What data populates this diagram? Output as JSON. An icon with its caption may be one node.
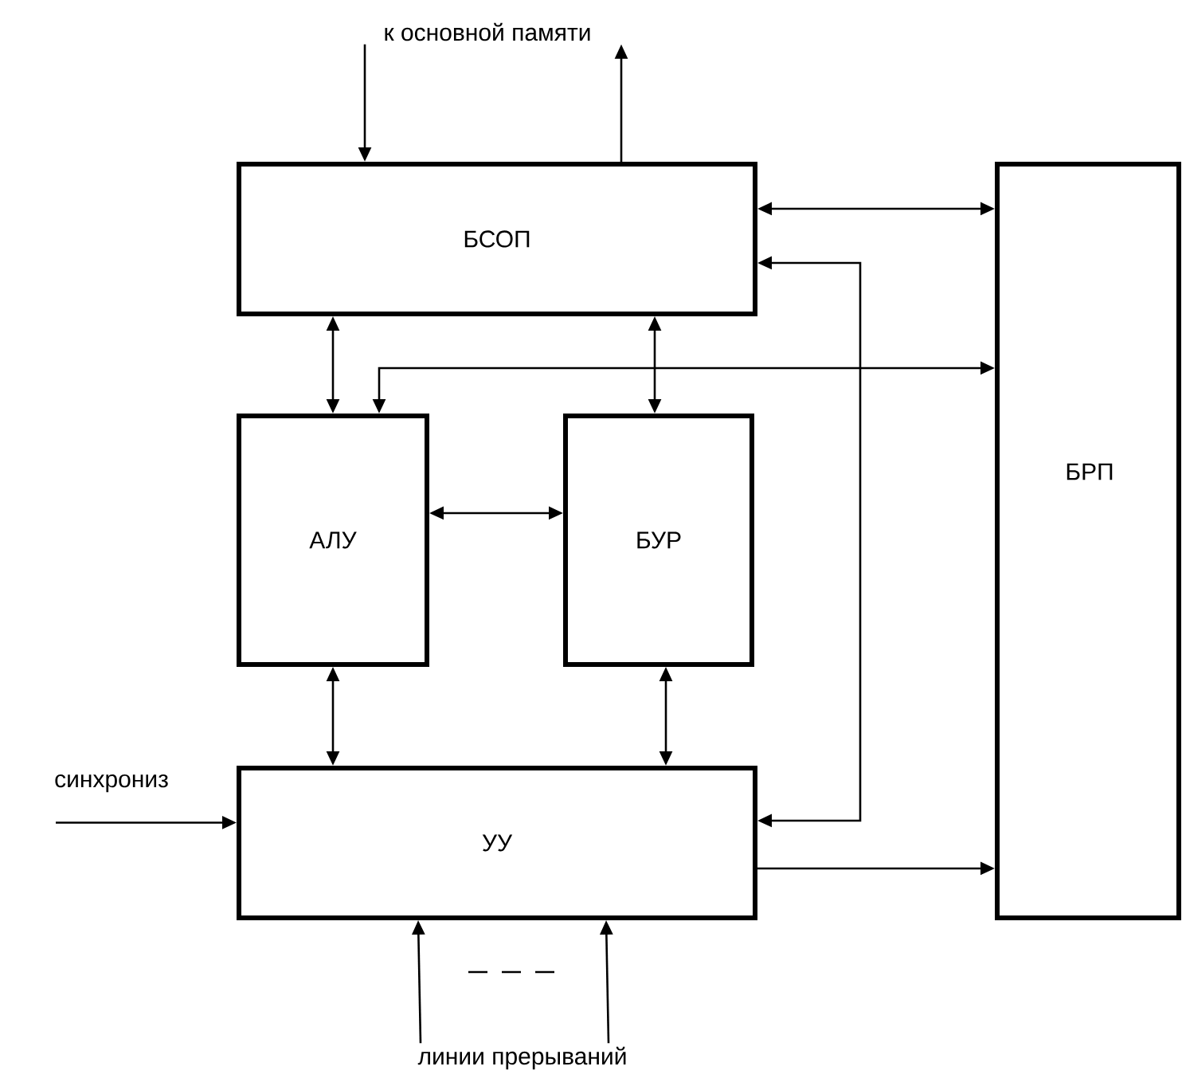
{
  "diagram": {
    "nodes": [
      {
        "text": [
          "БСОП"
        ]
      },
      {
        "text": [
          "АЛУ"
        ]
      },
      {
        "text": [
          "БУР"
        ]
      },
      {
        "text": [
          "УУ"
        ]
      },
      {
        "text": [
          "БРП"
        ]
      },
      {
        "text": [
          "к основной памяти"
        ]
      },
      {
        "text": [
          "синхрониз"
        ]
      },
      {
        "text": [
          "линии прерываний"
        ]
      }
    ],
    "edges": [
      {
        "from": 5,
        "to": 0,
        "arrow": "to"
      },
      {
        "from": 0,
        "to": 5,
        "arrow": "to"
      },
      {
        "from": 0,
        "to": 4,
        "arrow": "both"
      },
      {
        "from": 0,
        "to": 1,
        "arrow": "both"
      },
      {
        "from": 0,
        "to": 2,
        "arrow": "both"
      },
      {
        "from": 1,
        "to": 2,
        "arrow": "both"
      },
      {
        "from": 1,
        "to": 3,
        "arrow": "both"
      },
      {
        "from": 2,
        "to": 3,
        "arrow": "both"
      },
      {
        "from": 3,
        "to": 0,
        "arrow": "both"
      },
      {
        "from": 1,
        "to": 4,
        "arrow": "both"
      },
      {
        "from": 6,
        "to": 3,
        "arrow": "to"
      },
      {
        "from": 7,
        "to": 3,
        "arrow": "to"
      },
      {
        "from": 7,
        "to": 3,
        "arrow": "to"
      },
      {
        "from": 3,
        "to": 4,
        "arrow": "to"
      }
    ]
  }
}
